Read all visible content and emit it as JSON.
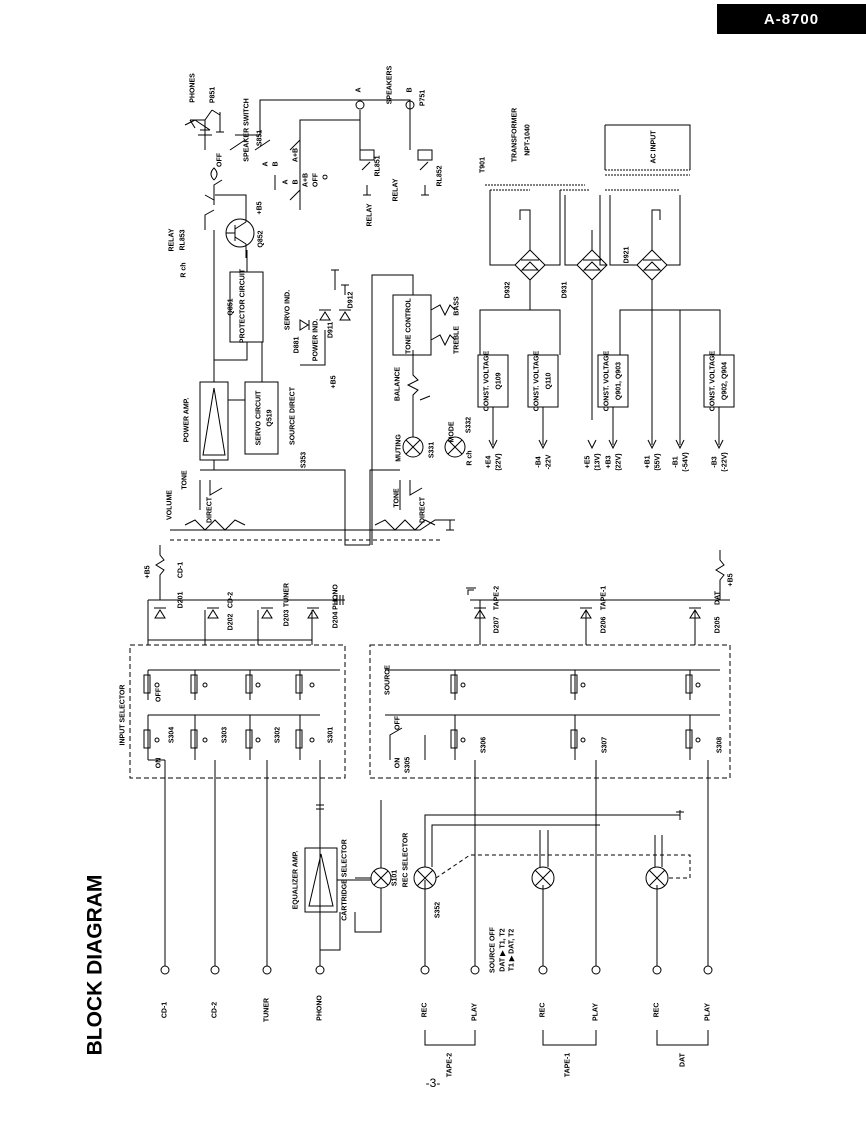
{
  "header": {
    "model": "A-8700"
  },
  "title": "BLOCK DIAGRAM",
  "footer": {
    "page": "-3-"
  },
  "jacks": {
    "cd1": "CD-1",
    "cd2": "CD-2",
    "tuner": "TUNER",
    "phono": "PHONO",
    "rec": "REC",
    "play": "PLAY",
    "tape2": "TAPE-2",
    "tape1": "TAPE-1",
    "dat": "DAT"
  },
  "blocks": {
    "input_selector": "INPUT SELECTOR",
    "on": "ON",
    "off": "OFF",
    "source": "SOURCE",
    "equalizer_amp": "EQUALIZER AMP.",
    "cartridge_selector": "CARTRIDGE SELECTOR",
    "rec_selector": "REC SELECTOR",
    "source_note_1": "SOURCE OFF",
    "source_note_2": "DAT ▶ T1, T2",
    "source_note_3": "T1 ▶ DAT, T2",
    "volume": "VOLUME",
    "tone": "TONE",
    "direct": "DIRECT",
    "power_amp": "POWER AMP.",
    "servo_circuit": "SERVO CIRCUIT",
    "protector_circuit": "PROTECTOR CIRCUIT",
    "source_direct": "SOURCE DIRECT",
    "muting": "MUTING",
    "mode": "MODE",
    "balance": "BALANCE",
    "tone_control": "TONE CONTROL",
    "treble": "TREBLE",
    "bass": "BASS",
    "servo_ind": "SERVO IND.",
    "power_ind": "POWER IND.",
    "relay": "RELAY",
    "rch": "R ch",
    "phones": "PHONES",
    "speaker_switch": "SPEAKER SWITCH",
    "speakers": "SPEAKERS",
    "transformer": "TRANSFORMER",
    "ac_input": "AC INPUT",
    "const_voltage": "CONST. VOLTAGE"
  },
  "refs": {
    "s304": "S304",
    "s303": "S303",
    "s302": "S302",
    "s301": "S301",
    "s305": "S305",
    "s306": "S306",
    "s307": "S307",
    "s308": "S308",
    "s101": "S101",
    "s352": "S352",
    "s353": "S353",
    "s331": "S331",
    "s332": "S332",
    "s851": "S851",
    "q519": "Q519",
    "q851": "Q851",
    "q852": "Q852",
    "rl853": "RL853",
    "rl851": "RL851",
    "rl852": "RL852",
    "p851": "P851",
    "p751": "P751",
    "t901": "T901",
    "npt": "NPT-1040",
    "d201": "D201",
    "d202": "D202",
    "d203": "D203",
    "d204": "D204",
    "d205": "D205",
    "d206": "D206",
    "d207": "D207",
    "d881": "D881",
    "d911": "D911",
    "d912": "D912",
    "d921": "D921",
    "d931": "D931",
    "d932": "D932",
    "q109": "Q109",
    "q110": "Q110",
    "q901": "Q901, Q903",
    "q902": "Q902, Q904"
  },
  "led_labels": {
    "cd1": "CD-1",
    "cd2": "CD-2",
    "tuner": "TUNER",
    "phono": "PHONO",
    "tape2": "TAPE-2",
    "tape1": "TAPE-1",
    "dat": "DAT"
  },
  "speaker_switch_positions": {
    "a": "A",
    "b": "B",
    "ab": "A+B",
    "off": "OFF",
    "o": "O"
  },
  "rails": {
    "b5": "+B5",
    "e4": "+E4",
    "e4v": "(22V)",
    "b4": "-B4",
    "b4v": "-22V",
    "e5": "+E5",
    "e5v": "(13V)",
    "b3p": "+B3",
    "b3pv": "(22V)",
    "b1p": "+B1",
    "b1pv": "(55V)",
    "b1m": "-B1",
    "b1mv": "(-54V)",
    "b3m": "-B3",
    "b3mv": "(-22V)"
  }
}
